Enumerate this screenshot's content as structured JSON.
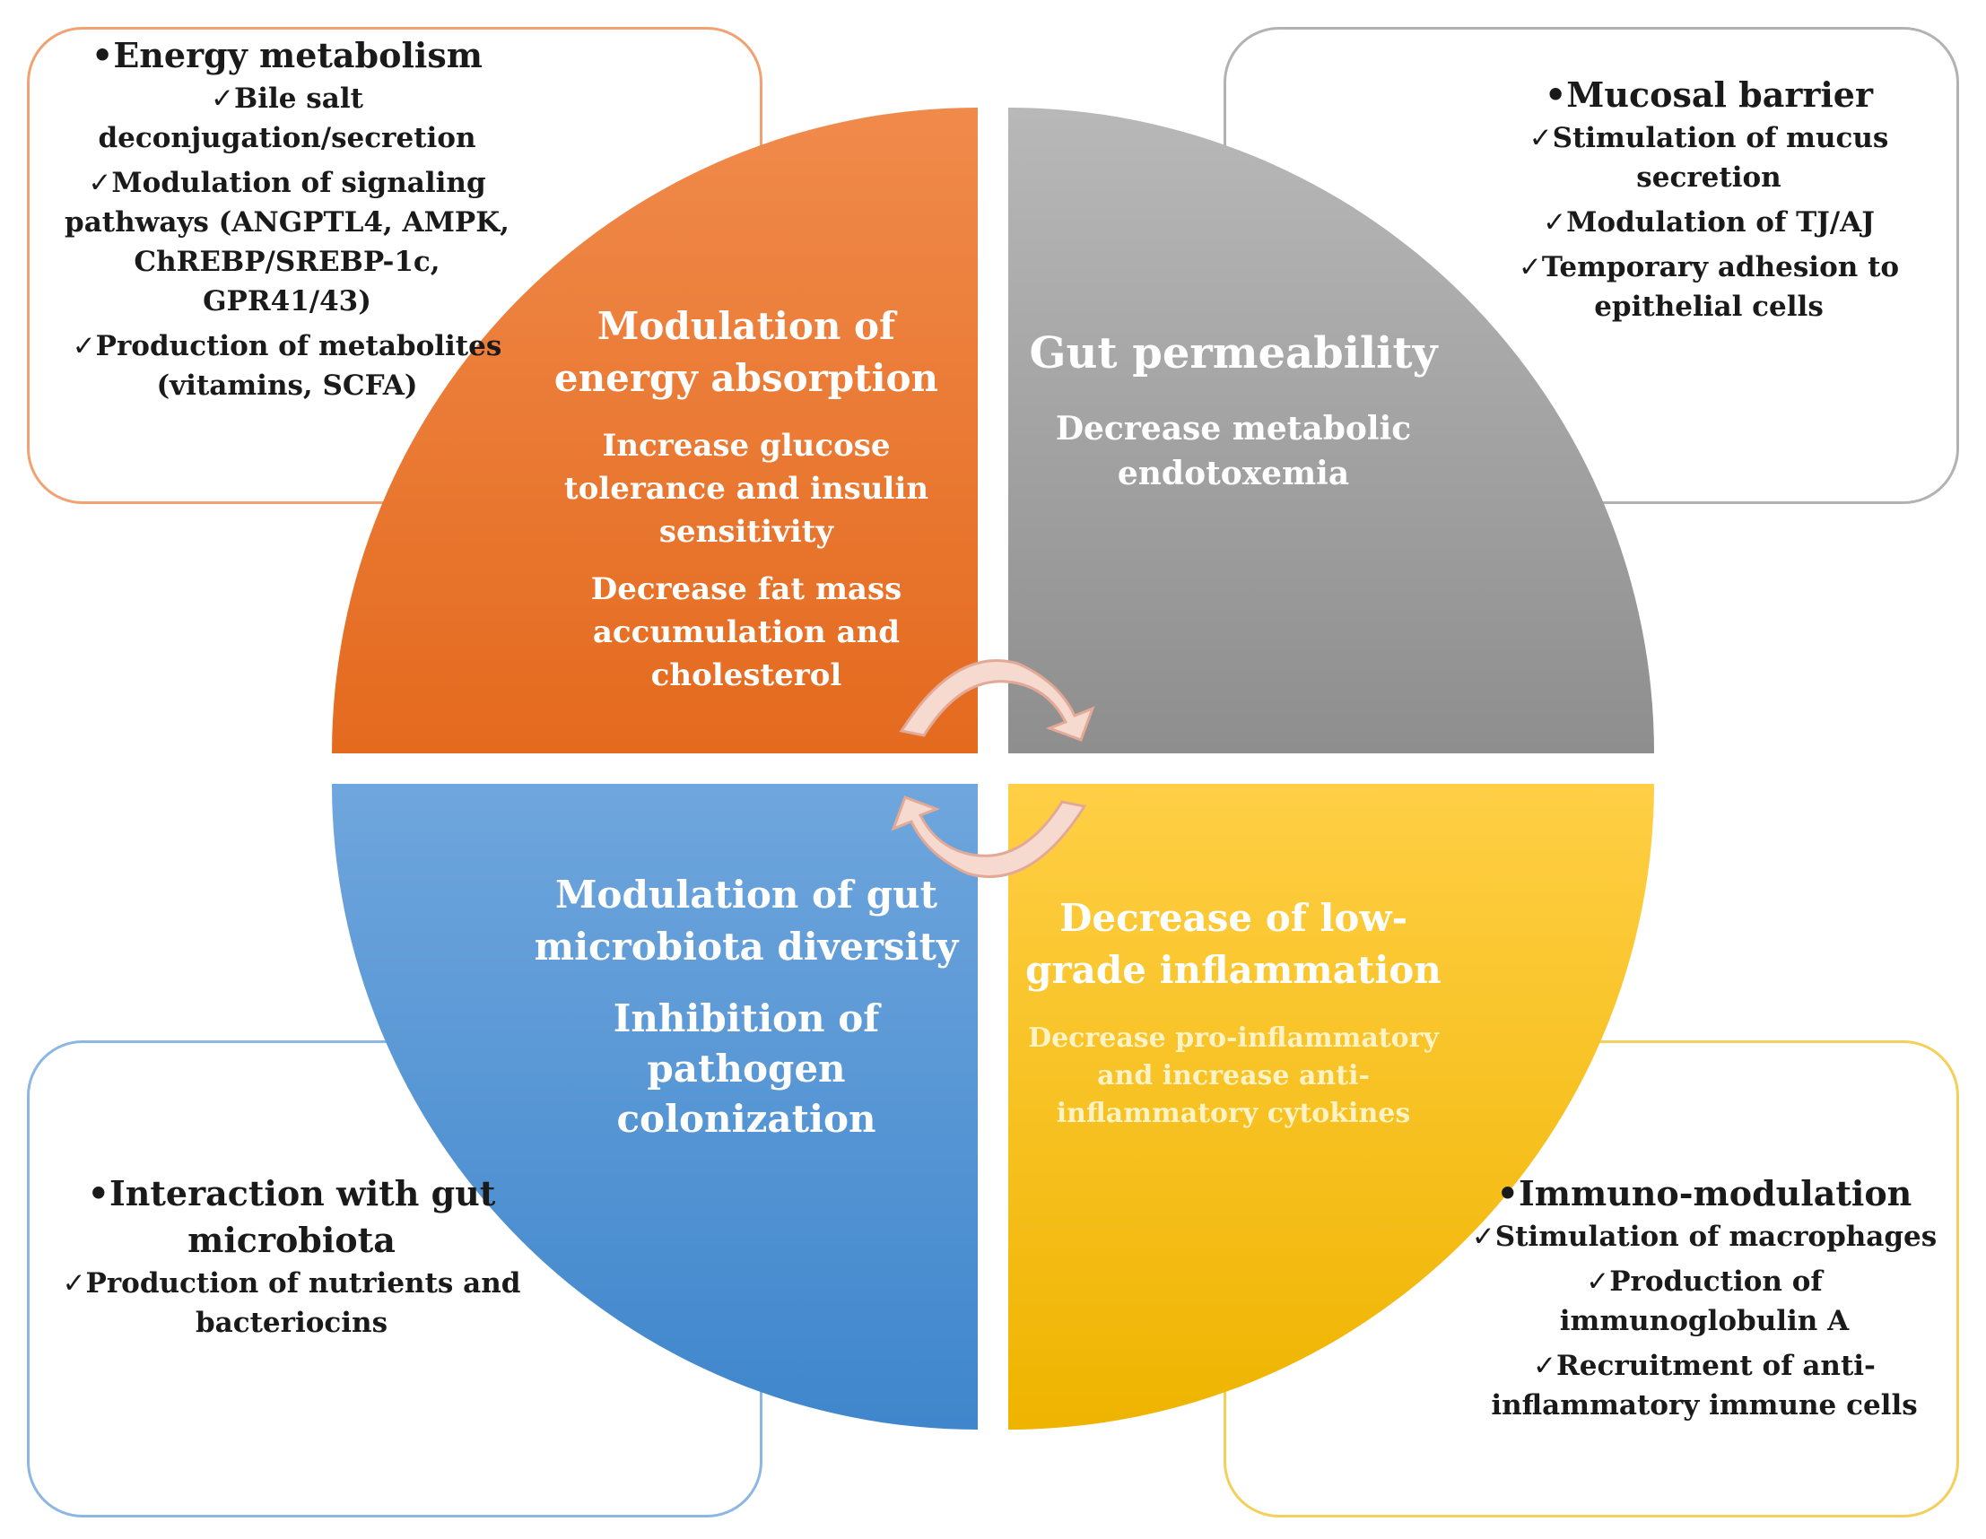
{
  "colors": {
    "orange_top": "#f08a4b",
    "orange_bottom": "#e46a1e",
    "gray_top": "#b8b8b8",
    "gray_bottom": "#8e8e8e",
    "blue_top": "#6fa6dd",
    "blue_bottom": "#3f86cc",
    "yellow_top": "#ffcf45",
    "yellow_bottom": "#efb400",
    "arrow": "#f6d9cf",
    "arrow_outline": "#e2aa96",
    "border_orange": "#f2a272",
    "border_gray": "#b2b2b2",
    "border_blue": "#8db7e3",
    "border_yellow": "#f4cf5a"
  },
  "boxes": {
    "energy": {
      "bullet": "•",
      "heading": "Energy metabolism",
      "check": "✓",
      "items": [
        "Bile salt deconjugation/secretion",
        "Modulation of signaling pathways (ANGPTL4, AMPK, ChREBP/SREBP-1c, GPR41/43)",
        "Production of metabolites (vitamins, SCFA)"
      ]
    },
    "mucosal": {
      "bullet": "•",
      "heading": "Mucosal barrier",
      "check": "✓",
      "items": [
        "Stimulation of mucus secretion",
        "Modulation of TJ/AJ",
        "Temporary adhesion to epithelial cells"
      ]
    },
    "microbiota": {
      "bullet": "•",
      "heading": "Interaction with gut microbiota",
      "check": "✓",
      "items": [
        "Production of nutrients and bacteriocins"
      ]
    },
    "immuno": {
      "bullet": "•",
      "heading": "Immuno-modulation",
      "check": "✓",
      "items": [
        "Stimulation of macrophages",
        "Production of immunoglobulin A",
        "Recruitment of anti-inflammatory immune cells"
      ]
    }
  },
  "quadrants": {
    "top_left": {
      "title": [
        "Modulation of",
        "energy absorption"
      ],
      "lines_a": [
        "Increase glucose",
        "tolerance and insulin",
        "sensitivity"
      ],
      "lines_b": [
        "Decrease fat mass",
        "accumulation and",
        "cholesterol"
      ]
    },
    "top_right": {
      "title": [
        "Gut permeability"
      ],
      "lines_a": [
        "Decrease metabolic",
        "endotoxemia"
      ]
    },
    "bottom_left": {
      "title": [
        "Modulation of gut",
        "microbiota diversity"
      ],
      "lines_a": [
        "Inhibition of",
        "pathogen",
        "colonization"
      ]
    },
    "bottom_right": {
      "title": [
        "Decrease of low-",
        "grade inflammation"
      ],
      "lines_a": [
        "Decrease pro-inflammatory",
        "and increase anti-",
        "inflammatory cytokines"
      ]
    }
  }
}
